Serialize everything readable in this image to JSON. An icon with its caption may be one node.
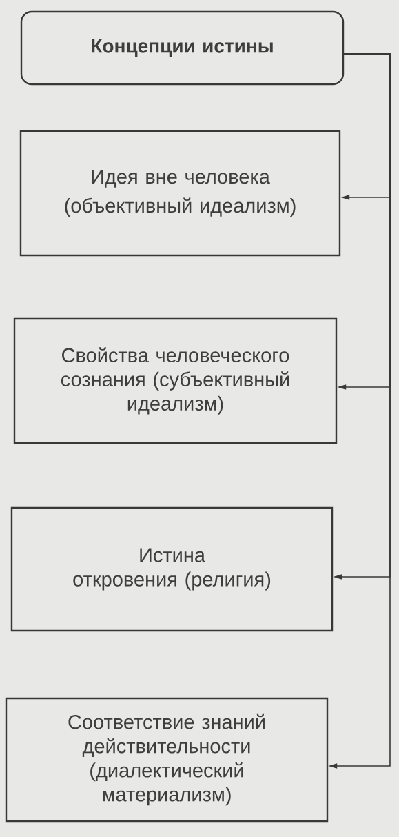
{
  "diagram": {
    "nodes": [
      {
        "text": [
          "Концепции истины"
        ]
      },
      {
        "text": [
          "Идея вне человека (объективный идеализм)"
        ]
      },
      {
        "text": [
          "Свойства человеческого сознания (субъективный идеализм)"
        ]
      },
      {
        "text": [
          "Истина откровения (религия)"
        ]
      },
      {
        "text": [
          "Соответствие знаний действительности (диалектический материализм)"
        ]
      }
    ],
    "edges": [
      {
        "from": 0,
        "to": 1,
        "arrow": "to"
      },
      {
        "from": 0,
        "to": 2,
        "arrow": "to"
      },
      {
        "from": 0,
        "to": 3,
        "arrow": "to"
      },
      {
        "from": 0,
        "to": 4,
        "arrow": "to"
      }
    ]
  }
}
